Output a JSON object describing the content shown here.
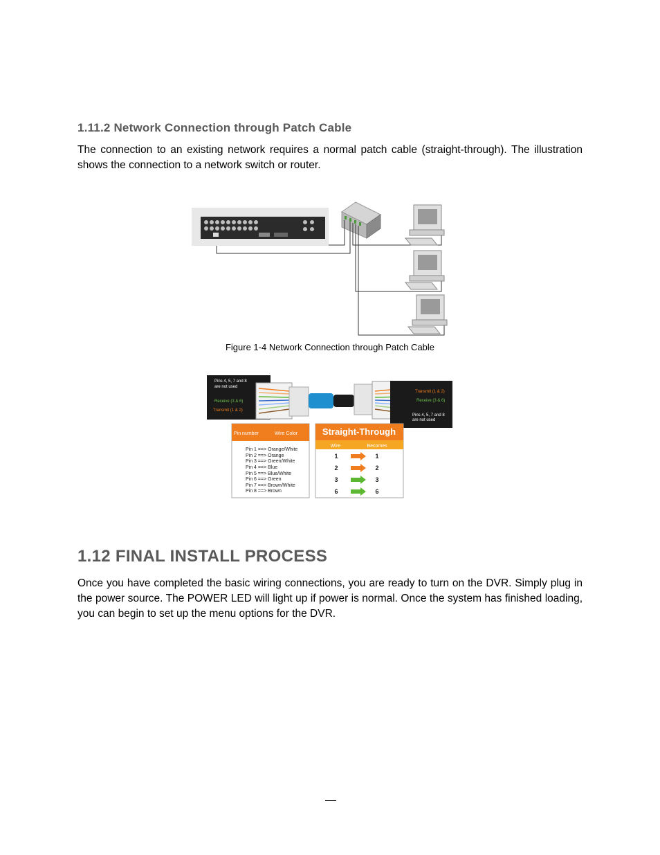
{
  "section": {
    "heading": "1.11.2 Network Connection through Patch Cable",
    "body": "The connection to an existing network requires a normal patch cable (straight-through). The illustration shows the connection to a network switch or router."
  },
  "figure": {
    "caption": "Figure 1-4 Network Connection through Patch Cable"
  },
  "cable_diagram": {
    "left_label_unused": [
      "Pins 4, 5, 7 and 8",
      "are not used"
    ],
    "left_label_receive": "Receive (3 & 6)",
    "left_label_transmit": "Transmit (1 & 2)",
    "right_label_transmit": "Transmit (1 & 2)",
    "right_label_receive": "Receive (3 & 6)",
    "right_label_unused": [
      "Pins 4, 5, 7 and 8",
      "are not used"
    ],
    "pin_table": {
      "header_pin": "Pin number",
      "header_color": "Wire Color",
      "rows": [
        "Pin 1 ==> Orange/White",
        "Pin 2 ==> Orange",
        "Pin 3 ==> Green/White",
        "Pin 4 ==> Blue",
        "Pin 5 ==> Blue/White",
        "Pin 6 ==> Green",
        "Pin 7 ==> Brown/White",
        "Pin 8 ==> Brown"
      ]
    },
    "straight_table": {
      "title": "Straight-Through",
      "header_wire": "Wire",
      "header_becomes": "Becomes",
      "rows": [
        {
          "from": "1",
          "to": "1",
          "arrow_color": "#f07d1e"
        },
        {
          "from": "2",
          "to": "2",
          "arrow_color": "#f07d1e"
        },
        {
          "from": "3",
          "to": "3",
          "arrow_color": "#5cb833"
        },
        {
          "from": "6",
          "to": "6",
          "arrow_color": "#5cb833"
        }
      ]
    }
  },
  "final": {
    "heading": "1.12 FINAL INSTALL PROCESS",
    "body": "Once you have completed the basic wiring connections, you are ready to turn on the DVR. Simply plug in the power source. The POWER LED will light up if power is normal. Once the system has finished loading, you can begin to set up the menu options for the DVR."
  },
  "colors": {
    "heading": "#595959",
    "orange": "#f07d1e",
    "green": "#5cb833",
    "dark_panel": "#1a1a1a"
  }
}
